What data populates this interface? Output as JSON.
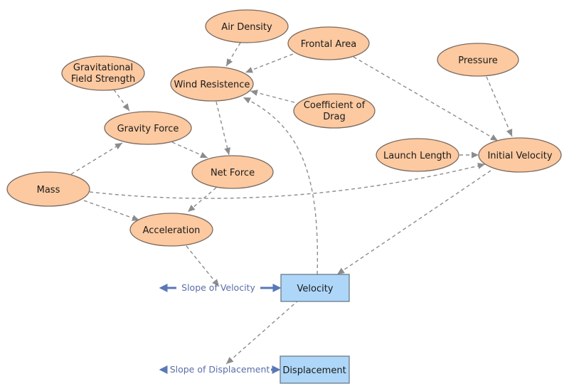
{
  "nodes": {
    "air_density": "Air Density",
    "frontal_area": "Frontal Area",
    "pressure": "Pressure",
    "grav_field_line1": "Gravitational",
    "grav_field_line2": "Field Strength",
    "wind_resistence": "Wind Resistence",
    "coeff_drag_line1": "Coefficient of",
    "coeff_drag_line2": "Drag",
    "gravity_force": "Gravity Force",
    "launch_length": "Launch Length",
    "initial_velocity": "Initial Velocity",
    "net_force": "Net Force",
    "mass": "Mass",
    "acceleration": "Acceleration"
  },
  "stocks": {
    "velocity": "Velocity",
    "displacement": "Displacement"
  },
  "flows": {
    "slope_velocity": "Slope of Velocity",
    "slope_displacement": "Slope of Displacement"
  },
  "colors": {
    "variable_fill": "#fcc9a0",
    "stock_fill": "#aed6f8",
    "link": "#8c8c8c",
    "flow": "#5a78b8"
  }
}
